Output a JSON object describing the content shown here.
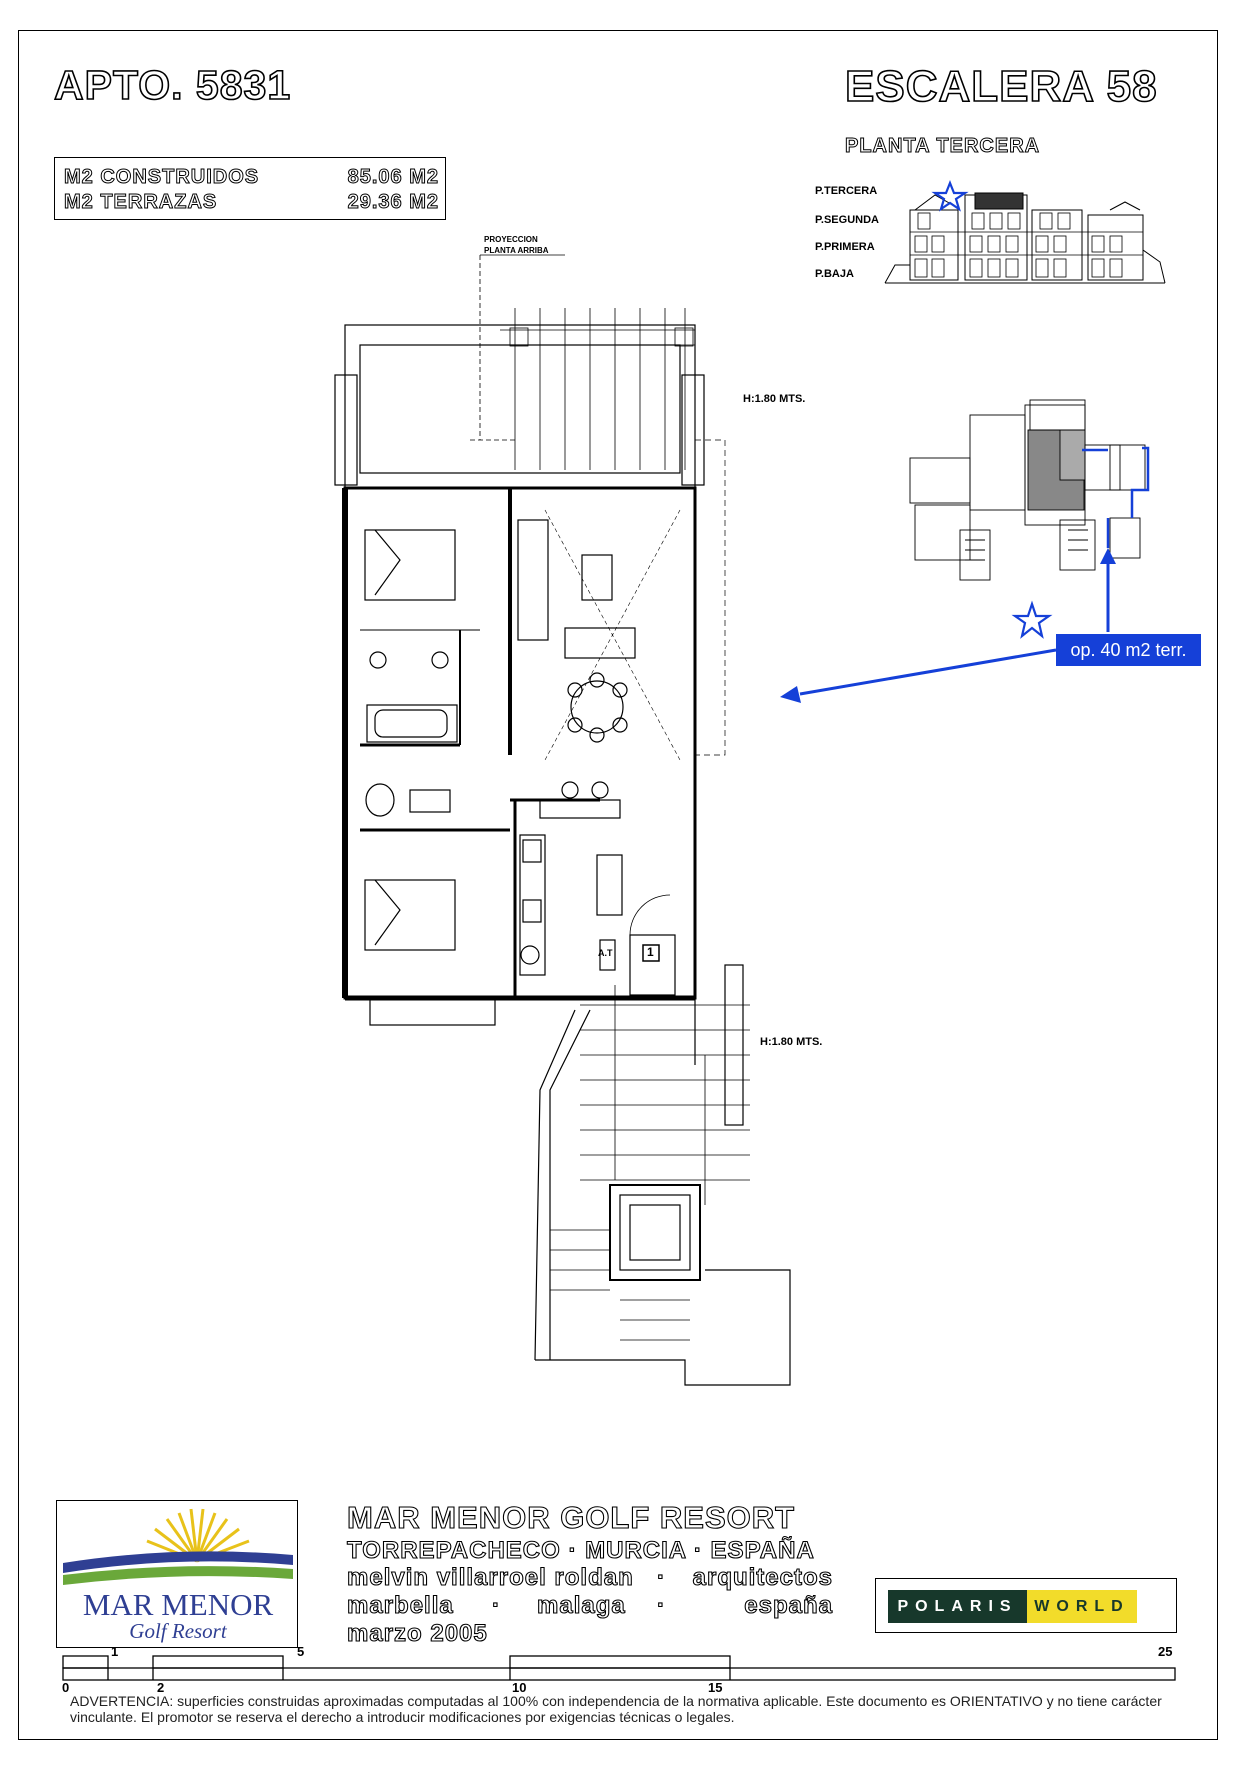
{
  "header": {
    "apartment": "APTO.  5831",
    "stair": "ESCALERA  58",
    "floor": "PLANTA TERCERA"
  },
  "areas": [
    {
      "label": "M2 CONSTRUIDOS",
      "value": "85.06 M2"
    },
    {
      "label": "M2 TERRAZAS",
      "value": "29.36 M2"
    }
  ],
  "levels": [
    "P.TERCERA",
    "P.SEGUNDA",
    "P.PRIMERA",
    "P.BAJA"
  ],
  "plan": {
    "projection_line1": "PROYECCION",
    "projection_line2": "PLANTA ARRIBA",
    "height_top": "H:1.80  MTS.",
    "height_bottom": "H:1.80  MTS.",
    "unit_number": "1",
    "at_label": "A.T",
    "callout": "op. 40 m2 terr."
  },
  "resort": {
    "name": "MAR MENOR GOLF RESORT",
    "location": "TORREPACHECO · MURCIA · ESPAÑA",
    "architects_name": "melvin villarroel roldan",
    "architects_sep": "·",
    "architects_role": "arquitectos",
    "city1": "marbella",
    "sep1": "·",
    "city2": "malaga",
    "sep2": "·",
    "country": "españa",
    "date": "marzo 2005"
  },
  "logo": {
    "name": "MAR MENOR",
    "sub": "Golf Resort",
    "colors": {
      "sun": "#e8c21a",
      "blue": "#2f3f93",
      "green": "#6aa83a"
    }
  },
  "partner": {
    "part1": "POLARIS",
    "part2": "WORLD",
    "colors": {
      "dark": "#17382b",
      "yellow": "#f2dc2a"
    }
  },
  "scale": [
    "0",
    "1",
    "2",
    "5",
    "10",
    "15",
    "25"
  ],
  "warning": "ADVERTENCIA: superficies construidas aproximadas computadas al 100% con independencia de la normativa aplicable. Este documento es ORIENTATIVO y no tiene carácter vinculante. El promotor se reserva el derecho a introducir modificaciones por exigencias técnicas o legales."
}
